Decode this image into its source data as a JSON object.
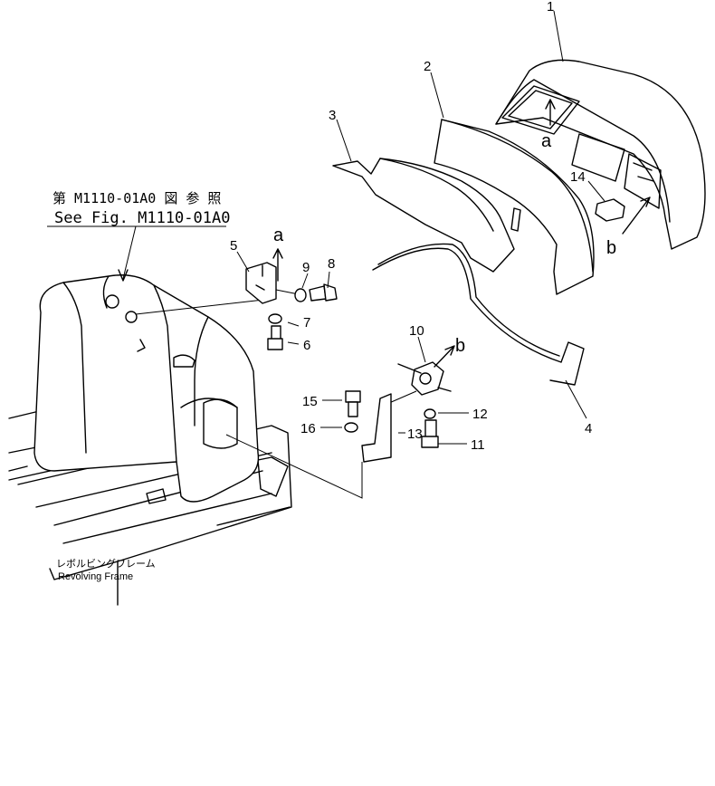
{
  "reference": {
    "jp": "第 M1110-01A0 図 参 照",
    "en": "See Fig. M1110-01A0"
  },
  "frame_label": {
    "jp": "レボルビングフレーム",
    "en": "Revolving Frame"
  },
  "callouts": {
    "a": "a",
    "b": "b"
  },
  "part_numbers": {
    "p1": "1",
    "p2": "2",
    "p3": "3",
    "p4": "4",
    "p5": "5",
    "p6": "6",
    "p7": "7",
    "p8": "8",
    "p9": "9",
    "p10": "10",
    "p11": "11",
    "p12": "12",
    "p13": "13",
    "p14": "14",
    "p15": "15",
    "p16": "16"
  }
}
